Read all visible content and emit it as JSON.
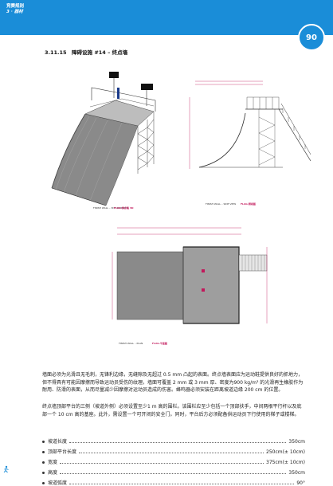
{
  "header": {
    "brand": "竞赛规则",
    "section": "3 · 器材",
    "page_number": "90"
  },
  "section_title": "3.11.15　障碍设施 #14 – 终点墙",
  "figures": {
    "fig1_caption_left": "FINISH WALL – 3D COMPLETE",
    "fig1_caption_right": "FLAG·终点墙 3D",
    "fig2_caption_left": "FINISH WALL – SIDE VIEW",
    "fig2_caption_right": "FLAG·侧视图",
    "fig3_caption_left": "FINISH WALL – PLAN",
    "fig3_caption_right": "FLAG·平面图"
  },
  "paragraphs": {
    "p1": "墙面必须为光滑且无毛刺，无锋利边缘，无缝隙及无超过 0.5 mm 凸起的表面。终点墙表面应为运动鞋提供良好的抓地力，但不得具有可能因摩擦而导致运动员受伤的纹理。墙面可覆盖 2 mm 或 3 mm 厚、密度为900 kg/m³ 的光滑再生橡胶作为耐用、防滑的表面，从而尽量减少因摩擦对运动员造成的伤害。蜂鸣器必须安装在距离坡道边缘 200 cm 的位置。",
    "p2": "终点墙顶部平台的三侧（坡道外侧）必须设置至少1 m 高的围栏。该围栏应至少包括一个顶部扶手，中间两根平行杆以及底部一个 10 cm 高的基座。此外，需设置一个可开闭的安全门。同时，平台后方必须配备供运动员下行使用的梯子或楼梯。"
  },
  "specs": [
    {
      "label": "坡道长度",
      "value": "350cm"
    },
    {
      "label": "顶部平台长度",
      "value": "250cm(± 10cm)"
    },
    {
      "label": "宽度",
      "value": "375cm(± 10cm)"
    },
    {
      "label": "高度",
      "value": "350cm"
    },
    {
      "label": "坡道弧度",
      "value": "90°"
    }
  ],
  "colors": {
    "accent": "#1a8dd8",
    "caption_pink": "#c2185b",
    "surface_gray": "#8a8a8a"
  }
}
